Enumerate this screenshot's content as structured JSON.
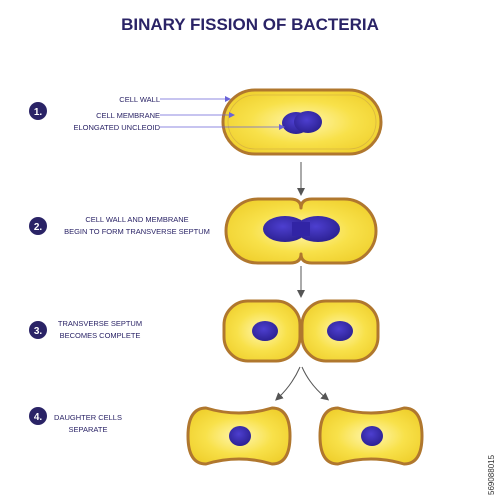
{
  "title": "BINARY FISSION OF BACTERIA",
  "steps": [
    {
      "number": "1.",
      "labels": [
        "CELL WALL",
        "CELL MEMBRANE",
        "ELONGATED UNCLEOID"
      ]
    },
    {
      "number": "2.",
      "labels": [
        "CELL WALL AND MEMBRANE",
        "BEGIN TO FORM TRANSVERSE SEPTUM"
      ]
    },
    {
      "number": "3.",
      "labels": [
        "TRANSVERSE SEPTUM",
        "BECOMES COMPLETE"
      ]
    },
    {
      "number": "4.",
      "labels": [
        "DAUGHTER CELLS",
        "SEPARATE"
      ]
    }
  ],
  "stock_id": "569088015",
  "colors": {
    "title": "#2a2366",
    "badge": "#2a2366",
    "cell_fill": "#f5dc3c",
    "cell_wall": "#b0772e",
    "nucleoid": "#3a2ba8",
    "pointer": "#6a63d8",
    "arrow": "#555555"
  }
}
